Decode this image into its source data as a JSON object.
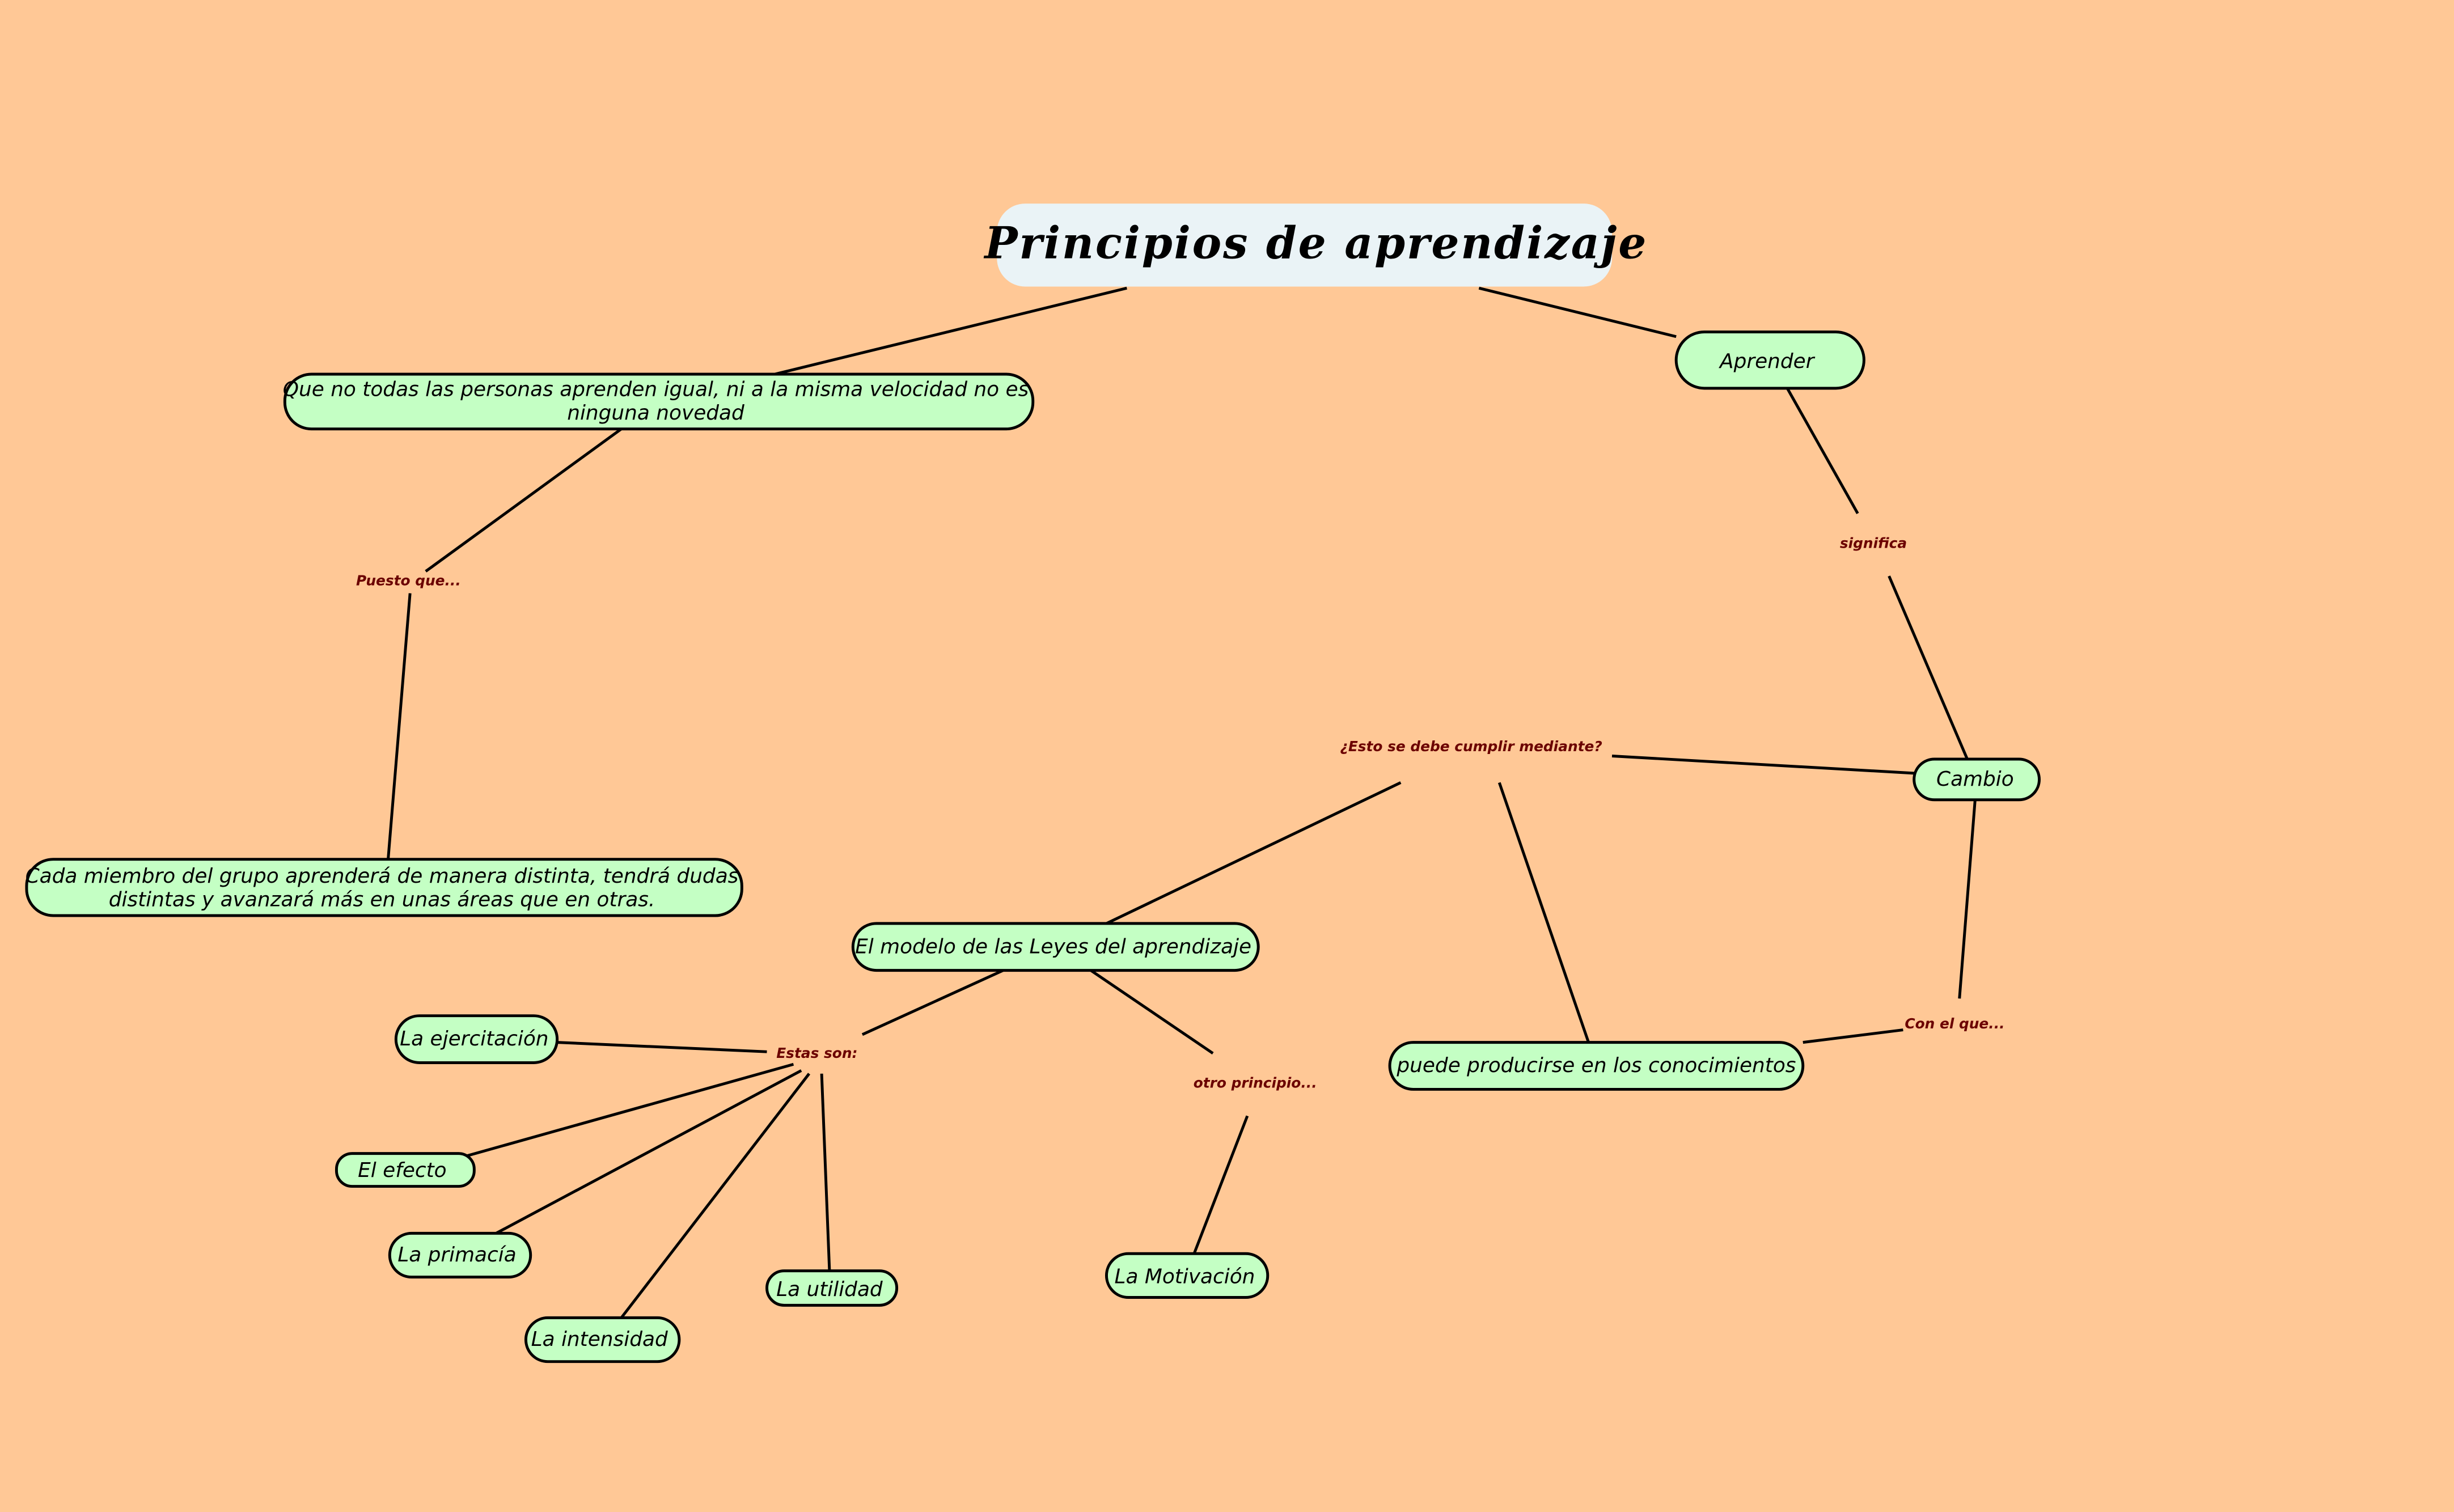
{
  "title": "Principios de aprendizaje",
  "colors": {
    "background": "#FFC896",
    "node_fill": "#C4FFC4",
    "title_fill": "#EAF3F6",
    "link_text": "#6B0000"
  },
  "nodes": {
    "aprender": "Aprender",
    "que_no_line1": "Que no todas las personas aprenden igual, ni a la misma velocidad no es",
    "que_no_line2": "ninguna novedad",
    "cada_line1": "Cada miembro del grupo aprenderá de manera distinta, tendrá dudas",
    "cada_line2": "distintas y avanzará más en unas áreas que en otras.",
    "cambio": "Cambio",
    "modelo": "El modelo de las Leyes del aprendizaje",
    "puede": "puede producirse en los conocimientos",
    "ejercitacion": "La ejercitación",
    "efecto": "El efecto",
    "primacia": "La primacía",
    "intensidad": "La intensidad",
    "utilidad": "La utilidad",
    "motivacion": "La Motivación"
  },
  "links": {
    "puesto": "Puesto que...",
    "significa": "significa",
    "esto": "¿Esto se debe cumplir mediante?",
    "con_el": "Con el que...",
    "estas": "Estas son:",
    "otro": "otro principio..."
  }
}
